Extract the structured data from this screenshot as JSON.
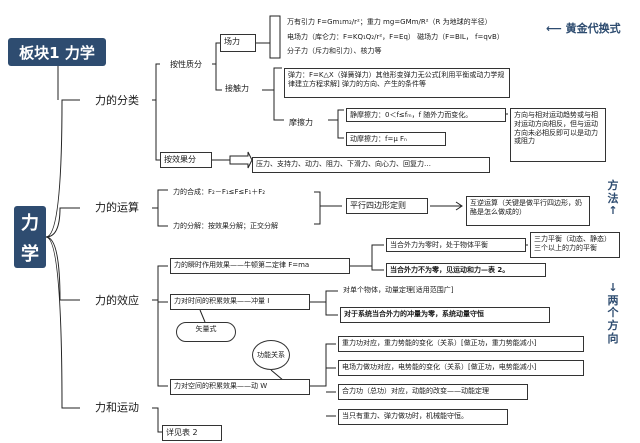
{
  "title": "板块1 力学",
  "subject_chars": [
    "力",
    "学"
  ],
  "side_labels": {
    "gold_replace": "黄金代换式",
    "method_up": "方法",
    "method_down": "两个方向"
  },
  "nodes": {
    "cat_classify": "力的分类",
    "cat_operation": "力的运算",
    "cat_effect": "力的效应",
    "cat_motion": "力和运动",
    "by_nature": "按性质分",
    "by_effect": "按效果分",
    "field_force": "场力",
    "contact_force": "接触力",
    "field_desc_1": "万有引力 F=Gm₁m₂/r²；重力 mg=GMm/R²（R 为地球的半径）",
    "field_desc_2": "电场力（库仑力：F=KQ₁Q₂/r²，F=Eq） 磁场力（F=BIL， f=qvB）",
    "field_desc_3": "分子力（斥力和引力）、核力等",
    "elastic": "弹力：F=K△X（弹簧弹力）其他形变弹力无公式[利用平衡或动力学规律建立方程求解] 弹力的方向、产生的条件等",
    "friction": "摩擦力",
    "static_friction": "静摩擦力：0＜f≤fₘ，f 随外力而变化。",
    "kinetic_friction": "动摩擦力：f=μ Fₙ",
    "friction_dir": "方向与相对运动趋势或与相对运动方向相反，但与运动方向未必相反即可以是动力或阻力",
    "effect_list": "压力、支持力、动力、阻力、下滑力、向心力、回复力…",
    "composition": "力的合成：F₂－F₁≤F≤F₁＋F₂",
    "decomposition": "力的分解：按效果分解；正交分解",
    "parallelogram": "平行四边形定则",
    "inverse_op": "互逆运算（关键是做平行四边形，奶酪是怎么做成的）",
    "instant_effect": "力的瞬时作用效果——牛顿第二定律 F=ma",
    "net_zero": "当合外力为零时，处于物体平衡",
    "equilibrium": "三力平衡（动态、静态）三个以上的力的平衡",
    "net_nonzero": "当合外力不为零，见运动和力—表 2。",
    "time_effect": "力对时间的积累效果——冲量 I",
    "vector": "矢量式",
    "single_object": "对单个物体，动量定理[适用范围广]",
    "system_momentum": "对于系统当合外力的冲量为零，系统动量守恒",
    "function_relation": "功能关系",
    "space_effect": "力对空间的积累效果——动 W",
    "gravity_work": "重力功对应，重力势能的变化（关系）[做正功，重力势能减小]",
    "electric_work": "电场力做功对应，电势能的变化（关系）[做正功，电势能减小]",
    "net_work": "合力功（总功）对应，动能的改变——动能定理",
    "mech_conservation": "当只有重力、弹力做功时，机械能守恒。",
    "see_table": "详见表 2"
  }
}
